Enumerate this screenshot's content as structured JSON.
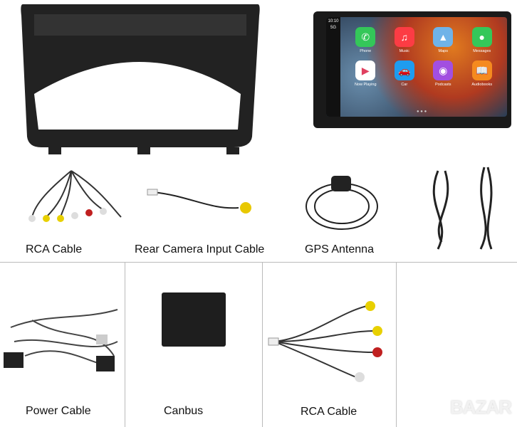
{
  "stereo": {
    "time": "10:10",
    "signal": "5G",
    "apps": [
      {
        "name": "Phone",
        "color": "#34c759",
        "glyph": "✆"
      },
      {
        "name": "Music",
        "color": "#fc3c44",
        "glyph": "♫"
      },
      {
        "name": "Maps",
        "color": "#6fb3e8",
        "glyph": "▲"
      },
      {
        "name": "Messages",
        "color": "#34c759",
        "glyph": "●"
      },
      {
        "name": "Now Playing",
        "color": "#ffffff",
        "glyph": "▶"
      },
      {
        "name": "Car",
        "color": "#1e9cf0",
        "glyph": "🚗"
      },
      {
        "name": "Podcasts",
        "color": "#a24fe0",
        "glyph": "◉"
      },
      {
        "name": "Audiobooks",
        "color": "#f58a1f",
        "glyph": "📖"
      }
    ]
  },
  "labels": {
    "rca_cable_top": "RCA Cable",
    "rear_camera": "Rear Camera Input Cable",
    "gps": "GPS Antenna",
    "power": "Power Cable",
    "canbus": "Canbus",
    "rca_cable_bottom": "RCA Cable"
  },
  "watermark": "BAZAR"
}
